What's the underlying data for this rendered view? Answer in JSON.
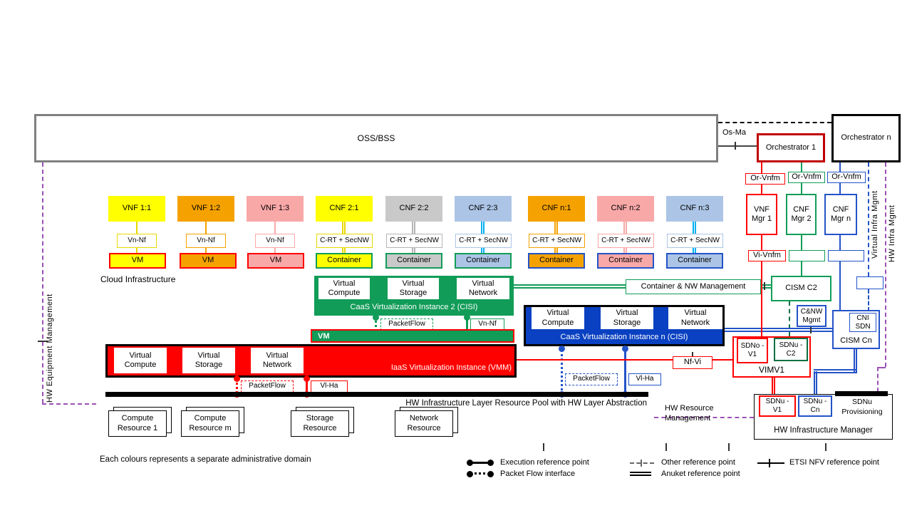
{
  "top": {
    "oss_label": "OSS/BSS",
    "os_ma": "Os-Ma",
    "orchestrator_1": "Orchestrator 1",
    "orchestrator_n": "Orchestrator n"
  },
  "nfv_columns": [
    {
      "label": "VNF 1:1",
      "iface": "Vn-Nf",
      "unit": "VM"
    },
    {
      "label": "VNF 1:2",
      "iface": "Vn-Nf",
      "unit": "VM"
    },
    {
      "label": "VNF 1:3",
      "iface": "Vn-Nf",
      "unit": "VM"
    },
    {
      "label": "CNF 2:1",
      "iface": "C-RT + SecNW",
      "unit": "Container"
    },
    {
      "label": "CNF 2:2",
      "iface": "C-RT + SecNW",
      "unit": "Container"
    },
    {
      "label": "CNF 2:3",
      "iface": "C-RT + SecNW",
      "unit": "Container"
    },
    {
      "label": "CNF n:1",
      "iface": "C-RT + SecNW",
      "unit": "Container"
    },
    {
      "label": "CNF n:2",
      "iface": "C-RT + SecNW",
      "unit": "Container"
    },
    {
      "label": "CNF n:3",
      "iface": "C-RT + SecNW",
      "unit": "Container"
    }
  ],
  "managers": {
    "or_vnfm_1": "Or-Vnfm",
    "or_vnfm_2": "Or-Vnfm",
    "or_vnfm_n": "Or-Vnfm",
    "vnf_mgr_1": "VNF Mgr 1",
    "cnf_mgr_2": "CNF Mgr 2",
    "cnf_mgr_n": "CNF Mgr n",
    "vi_vnfm": "Vi-Vnfm"
  },
  "side_labels": {
    "hw_equipment": "HW Equipment Management",
    "virtual_infra": "Virtual Infra Mgmt",
    "hw_infra": "HW Infra Mgmt",
    "hw_resource": "HW Resource Management"
  },
  "cloud": {
    "title": "Cloud Infrastructure",
    "caas2": {
      "title": "CaaS Virtualization Instance 2 (CISI)",
      "compute": "Virtual Compute",
      "storage": "Virtual Storage",
      "network": "Virtual Network",
      "packetflow": "PacketFlow",
      "vnnf": "Vn-Nf",
      "vm_bar": "VM"
    },
    "iaas": {
      "title": "IaaS Virtualization Instance (VMM)",
      "compute": "Virtual Compute",
      "storage": "Virtual Storage",
      "network": "Virtual Network",
      "packetflow": "PacketFlow",
      "vlha": "Vl-Ha"
    },
    "caasn": {
      "title": "CaaS Virtualization Instance n (CISI)",
      "compute": "Virtual Compute",
      "storage": "Virtual Storage",
      "network": "Virtual Network",
      "packetflow": "PacketFlow",
      "vlha": "Vl-Ha"
    },
    "mgmt": {
      "container_nw": "Container & NW Management",
      "cism_c2": "CISM C2",
      "cnw_mgmt": "C&NW Mgmt",
      "cni_sdn": "CNI SDN",
      "cism_cn": "CISM Cn",
      "nf_vi": "Nf-Vi",
      "sdno_v1": "SDNo -V1",
      "sdnu_c2": "SDNu -C2",
      "vim": "VIMV1"
    },
    "hw_pool": {
      "title": "HW Infrastructure Layer Resource Pool with HW Layer Abstraction",
      "resources": [
        "Compute Resource 1",
        "Compute Resource m",
        "Storage Resource",
        "Network Resource"
      ]
    },
    "hw_mgr": {
      "sdnu_v1": "SDNu -V1",
      "sdnu_cn": "SDNu -Cn",
      "sdnu_prov": "SDNu Provisioning",
      "title": "HW Infrastructure Manager"
    }
  },
  "footer": {
    "note": "Each colours represents a separate administrative domain"
  },
  "legend": {
    "execution": "Execution reference point",
    "packet_flow": "Packet Flow interface",
    "other": "Other reference point",
    "anuket": "Anuket reference point",
    "etsi": "ETSI NFV reference point"
  },
  "colors": {
    "red": "#FF0000",
    "dark_red": "#C00000",
    "green": "#119C58",
    "dark_green": "#0E6F3F",
    "blue_fill": "#0A41C2",
    "blue_line": "#2353C8",
    "cyan": "#00B0F0",
    "yellow": "#FFFF00",
    "orange": "#F5A200",
    "pink": "#F9A8A8",
    "gray_fill": "#C9C9C9",
    "light_blue": "#ACC5E6",
    "purple": "#9B51B5",
    "oss_gray": "#808080"
  }
}
